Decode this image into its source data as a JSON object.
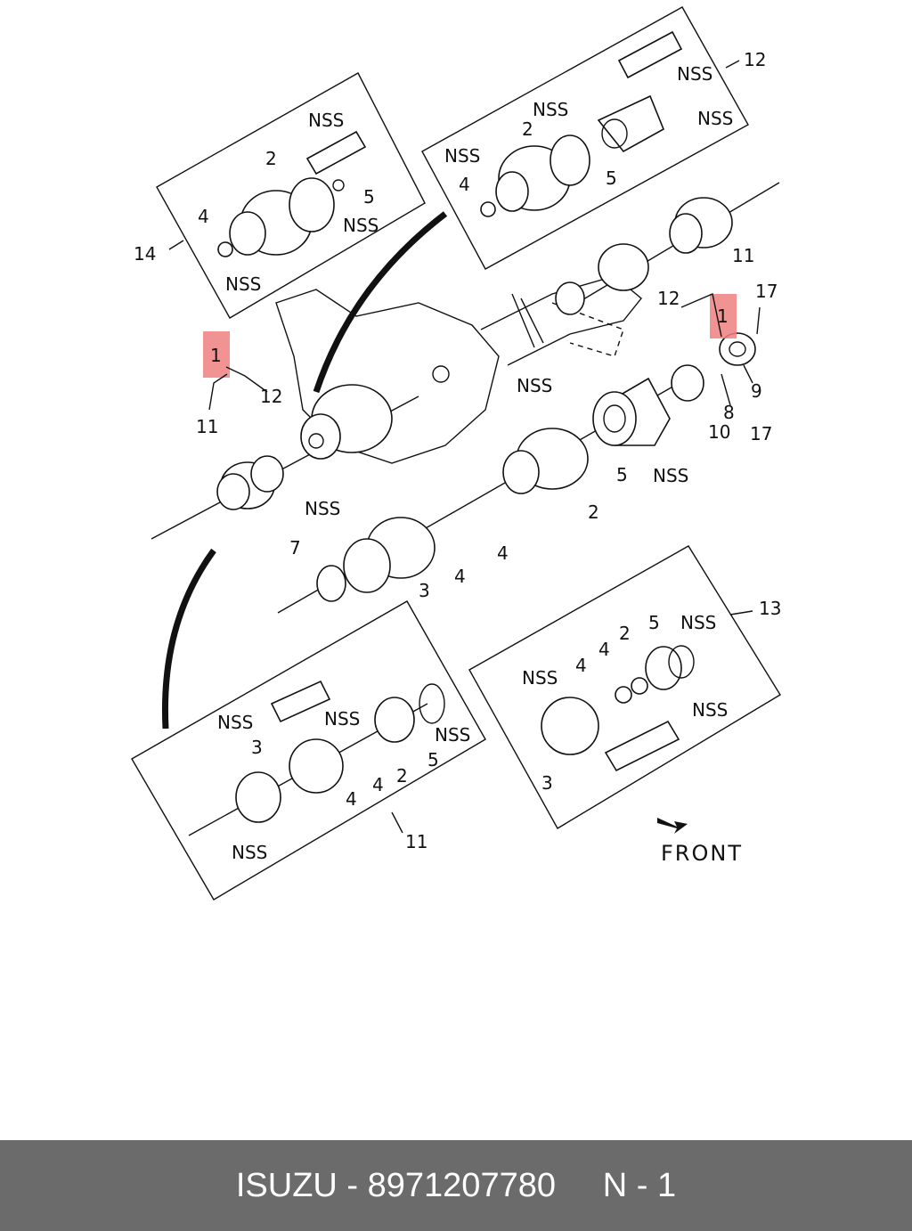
{
  "callouts": {
    "a1": "1",
    "a2": "1",
    "b11": "11",
    "b12": "12",
    "b13": "13",
    "b14": "14",
    "c11": "11",
    "c12": "12",
    "c12b": "12",
    "c11b": "11",
    "n2a": "2",
    "n2b": "2",
    "n2c": "2",
    "n2d": "2",
    "n2e": "2",
    "n3a": "3",
    "n3b": "3",
    "n3c": "3",
    "n4a": "4",
    "n4b": "4",
    "n4c": "4",
    "n4d": "4",
    "n4e": "4",
    "n4f": "4",
    "n4g": "4",
    "n4h": "4",
    "n5a": "5",
    "n5b": "5",
    "n5c": "5",
    "n5d": "5",
    "n5e": "5",
    "n7": "7",
    "n8": "8",
    "n9": "9",
    "n10": "10",
    "n17a": "17",
    "n17b": "17",
    "nss": "NSS",
    "front": "FRONT"
  },
  "footer": {
    "brand": "ISUZU",
    "part_number": "8971207780",
    "page": "N - 1",
    "separator": " - "
  }
}
